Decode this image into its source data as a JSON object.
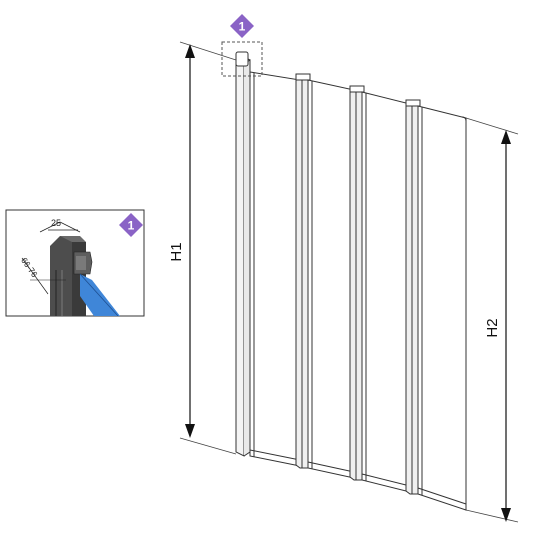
{
  "dimensions": {
    "h1_label": "H1",
    "h2_label": "H2"
  },
  "detail_callout": {
    "badge_number": "1",
    "width_label": "25",
    "height_label": "66-76"
  },
  "main_callout": {
    "badge_number": "1"
  },
  "colors": {
    "badge": "#8a63c6",
    "glass": "#3f86d8",
    "profile": "#4a4a4a",
    "line": "#222222"
  }
}
